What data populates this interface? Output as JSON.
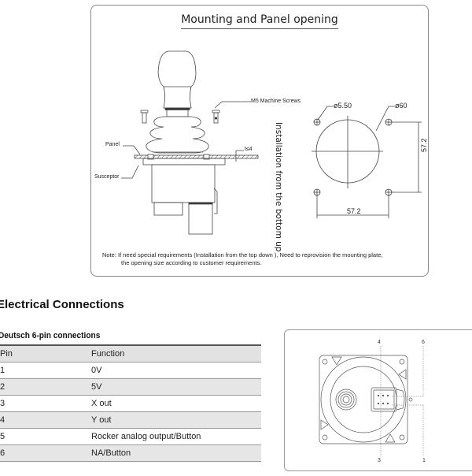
{
  "mounting": {
    "title": "Mounting and Panel opening",
    "labels": {
      "screws": "M5 Machine Screws",
      "panel": "Panel",
      "susceptor": "Susceptor",
      "thickness": "t≤4",
      "hole_diameter": "ø5.50",
      "opening_diameter": "ø60",
      "spacing_vertical": "57.2",
      "spacing_horizontal": "57.2"
    },
    "install_direction": "Installation from the bottom up",
    "note_line1": "Note: If need special requirements (Installation from the top down ), Need to reprovision the mounting plate,",
    "note_line2": "the opening size according to customer requirements."
  },
  "electrical": {
    "heading": "Electrical Connections",
    "subheading": "Deutsch 6-pin connections",
    "columns": [
      "Pin",
      "Function"
    ],
    "rows": [
      {
        "pin": "1",
        "function": "0V"
      },
      {
        "pin": "2",
        "function": "5V"
      },
      {
        "pin": "3",
        "function": "X out"
      },
      {
        "pin": "4",
        "function": "Y out"
      },
      {
        "pin": "5",
        "function": "Rocker analog output/Button"
      },
      {
        "pin": "6",
        "function": "NA/Button"
      }
    ],
    "connector_pin_labels": {
      "top_left": "4",
      "top_right": "6",
      "bottom_left": "3",
      "bottom_right": "1"
    }
  }
}
